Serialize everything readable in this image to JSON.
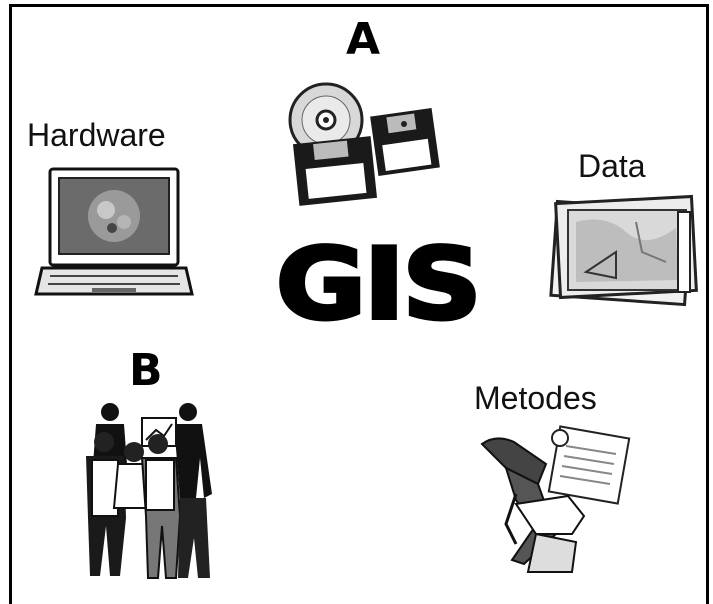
{
  "labels": {
    "a": "A",
    "b": "B",
    "center": "GIS",
    "hardware": "Hardware",
    "data": "Data",
    "metodes": "Metodes"
  },
  "icons": {
    "hardware": "laptop-computer-icon",
    "software": "cd-and-floppy-disks-icon",
    "data": "stacked-maps-icon",
    "people": "group-of-people-icon",
    "methods": "person-reading-documents-icon"
  }
}
